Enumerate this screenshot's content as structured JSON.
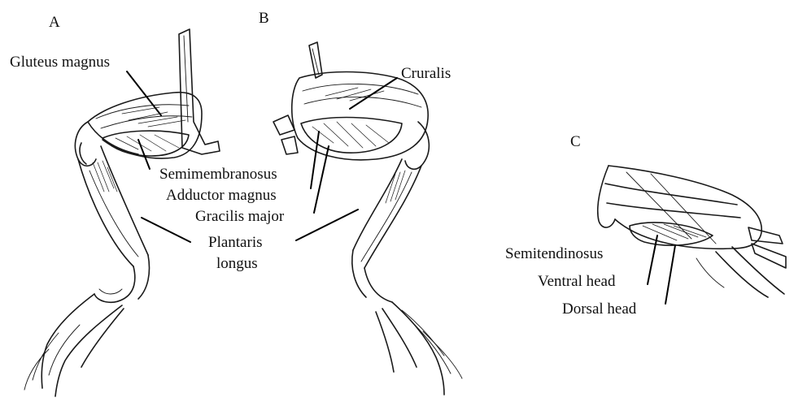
{
  "panels": {
    "a": "A",
    "b": "B",
    "c": "C"
  },
  "labels": {
    "gluteus_magnus": "Gluteus magnus",
    "cruralis": "Cruralis",
    "semimembranosus": "Semimembranosus",
    "adductor_magnus": "Adductor magnus",
    "gracilis_major": "Gracilis major",
    "plantaris_line1": "Plantaris",
    "plantaris_line2": "longus",
    "semitendinosus": "Semitendinosus",
    "ventral_head": "Ventral head",
    "dorsal_head": "Dorsal head"
  }
}
